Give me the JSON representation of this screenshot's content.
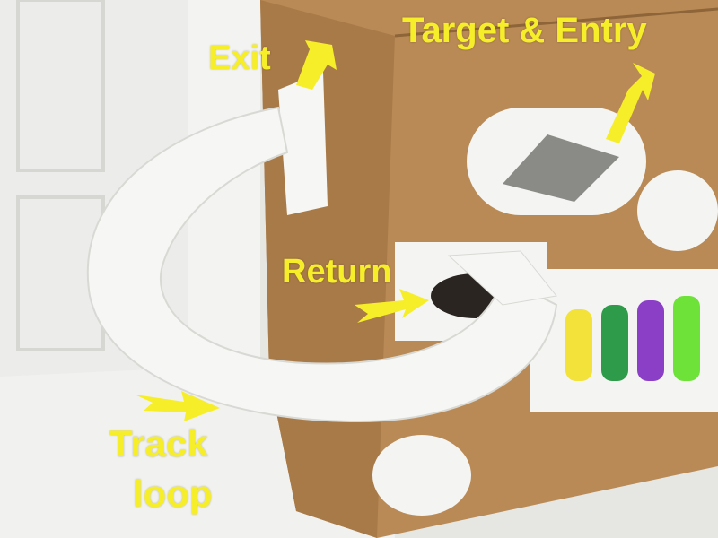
{
  "annotations": {
    "exit": "Exit",
    "target_entry": "Target & Entry",
    "return": "Return",
    "track_loop_line1": "Track",
    "track_loop_line2": "loop"
  },
  "colors": {
    "label": "#f7ee2a",
    "cardboard": "#b98a55",
    "track": "#f4f4f2",
    "wall": "#e9e9e6"
  }
}
